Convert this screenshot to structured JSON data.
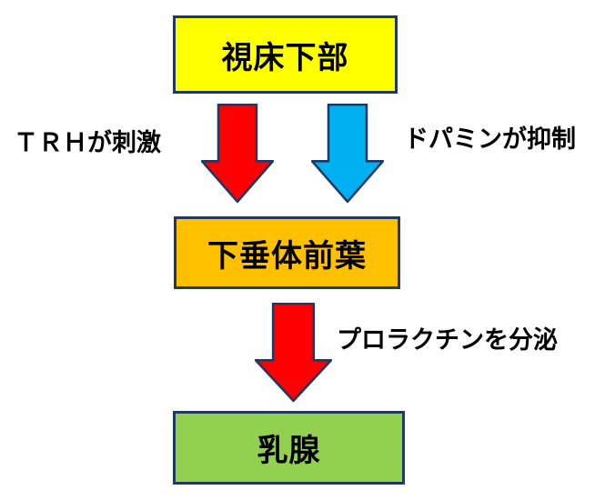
{
  "diagram": {
    "outline_color": "#1F3864",
    "background": "#FFFFFF",
    "nodes": [
      {
        "id": "hypothalamus",
        "label": "視床下部",
        "fill": "#FFFF00"
      },
      {
        "id": "anterior-pituitary",
        "label": "下垂体前葉",
        "fill": "#FFC000"
      },
      {
        "id": "mammary-gland",
        "label": "乳腺",
        "fill": "#92D050"
      }
    ],
    "arrows": [
      {
        "id": "trh-stimulates",
        "label": "ＴＲＨが刺激",
        "fill": "#FF0000",
        "label_side": "left"
      },
      {
        "id": "dopamine-inhibits",
        "label": "ドパミンが抑制",
        "fill": "#00B0F0",
        "label_side": "right"
      },
      {
        "id": "prolactin-secreted",
        "label": "プロラクチンを分泌",
        "fill": "#FF0000",
        "label_side": "right"
      }
    ]
  }
}
